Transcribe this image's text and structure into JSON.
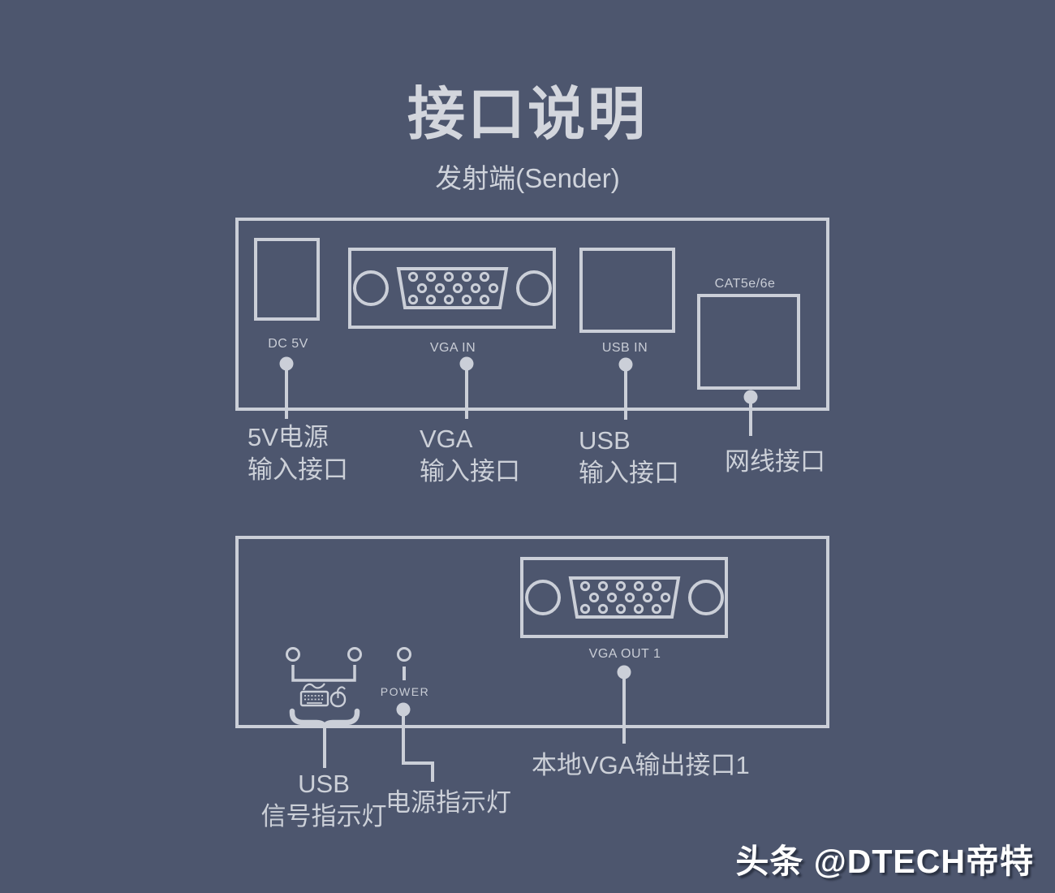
{
  "colors": {
    "background": "#4D566E",
    "line_art": "#CBCFD8",
    "label_text": "#CCD0D8",
    "title_text": "#D3D6DD",
    "watermark_text": "#FFFFFF"
  },
  "header": {
    "title": "接口说明",
    "subtitle": "发射端(Sender)"
  },
  "sender_top_panel": {
    "dc_port_label": "DC 5V",
    "vga_port_label": "VGA IN",
    "usb_port_label": "USB IN",
    "cat_port_label": "CAT5e/6e",
    "callouts": {
      "power_line1": "5V电源",
      "power_line2": "输入接口",
      "vga_line1": "VGA",
      "vga_line2": "输入接口",
      "usb_line1": "USB",
      "usb_line2": "输入接口",
      "network": "网线接口"
    }
  },
  "sender_bottom_panel": {
    "vga_out_label": "VGA OUT 1",
    "power_led_label": "POWER",
    "callouts": {
      "usb_led_line1": "USB",
      "usb_led_line2": "信号指示灯",
      "power_led": "电源指示灯",
      "vga_out": "本地VGA输出接口1"
    }
  },
  "icons": {
    "keyboard": "keyboard-icon",
    "mouse": "mouse-icon",
    "vga_connector": "vga-connector-icon",
    "led_indicator": "led-indicator-icon"
  },
  "watermark": "头条 @DTECH帝特"
}
